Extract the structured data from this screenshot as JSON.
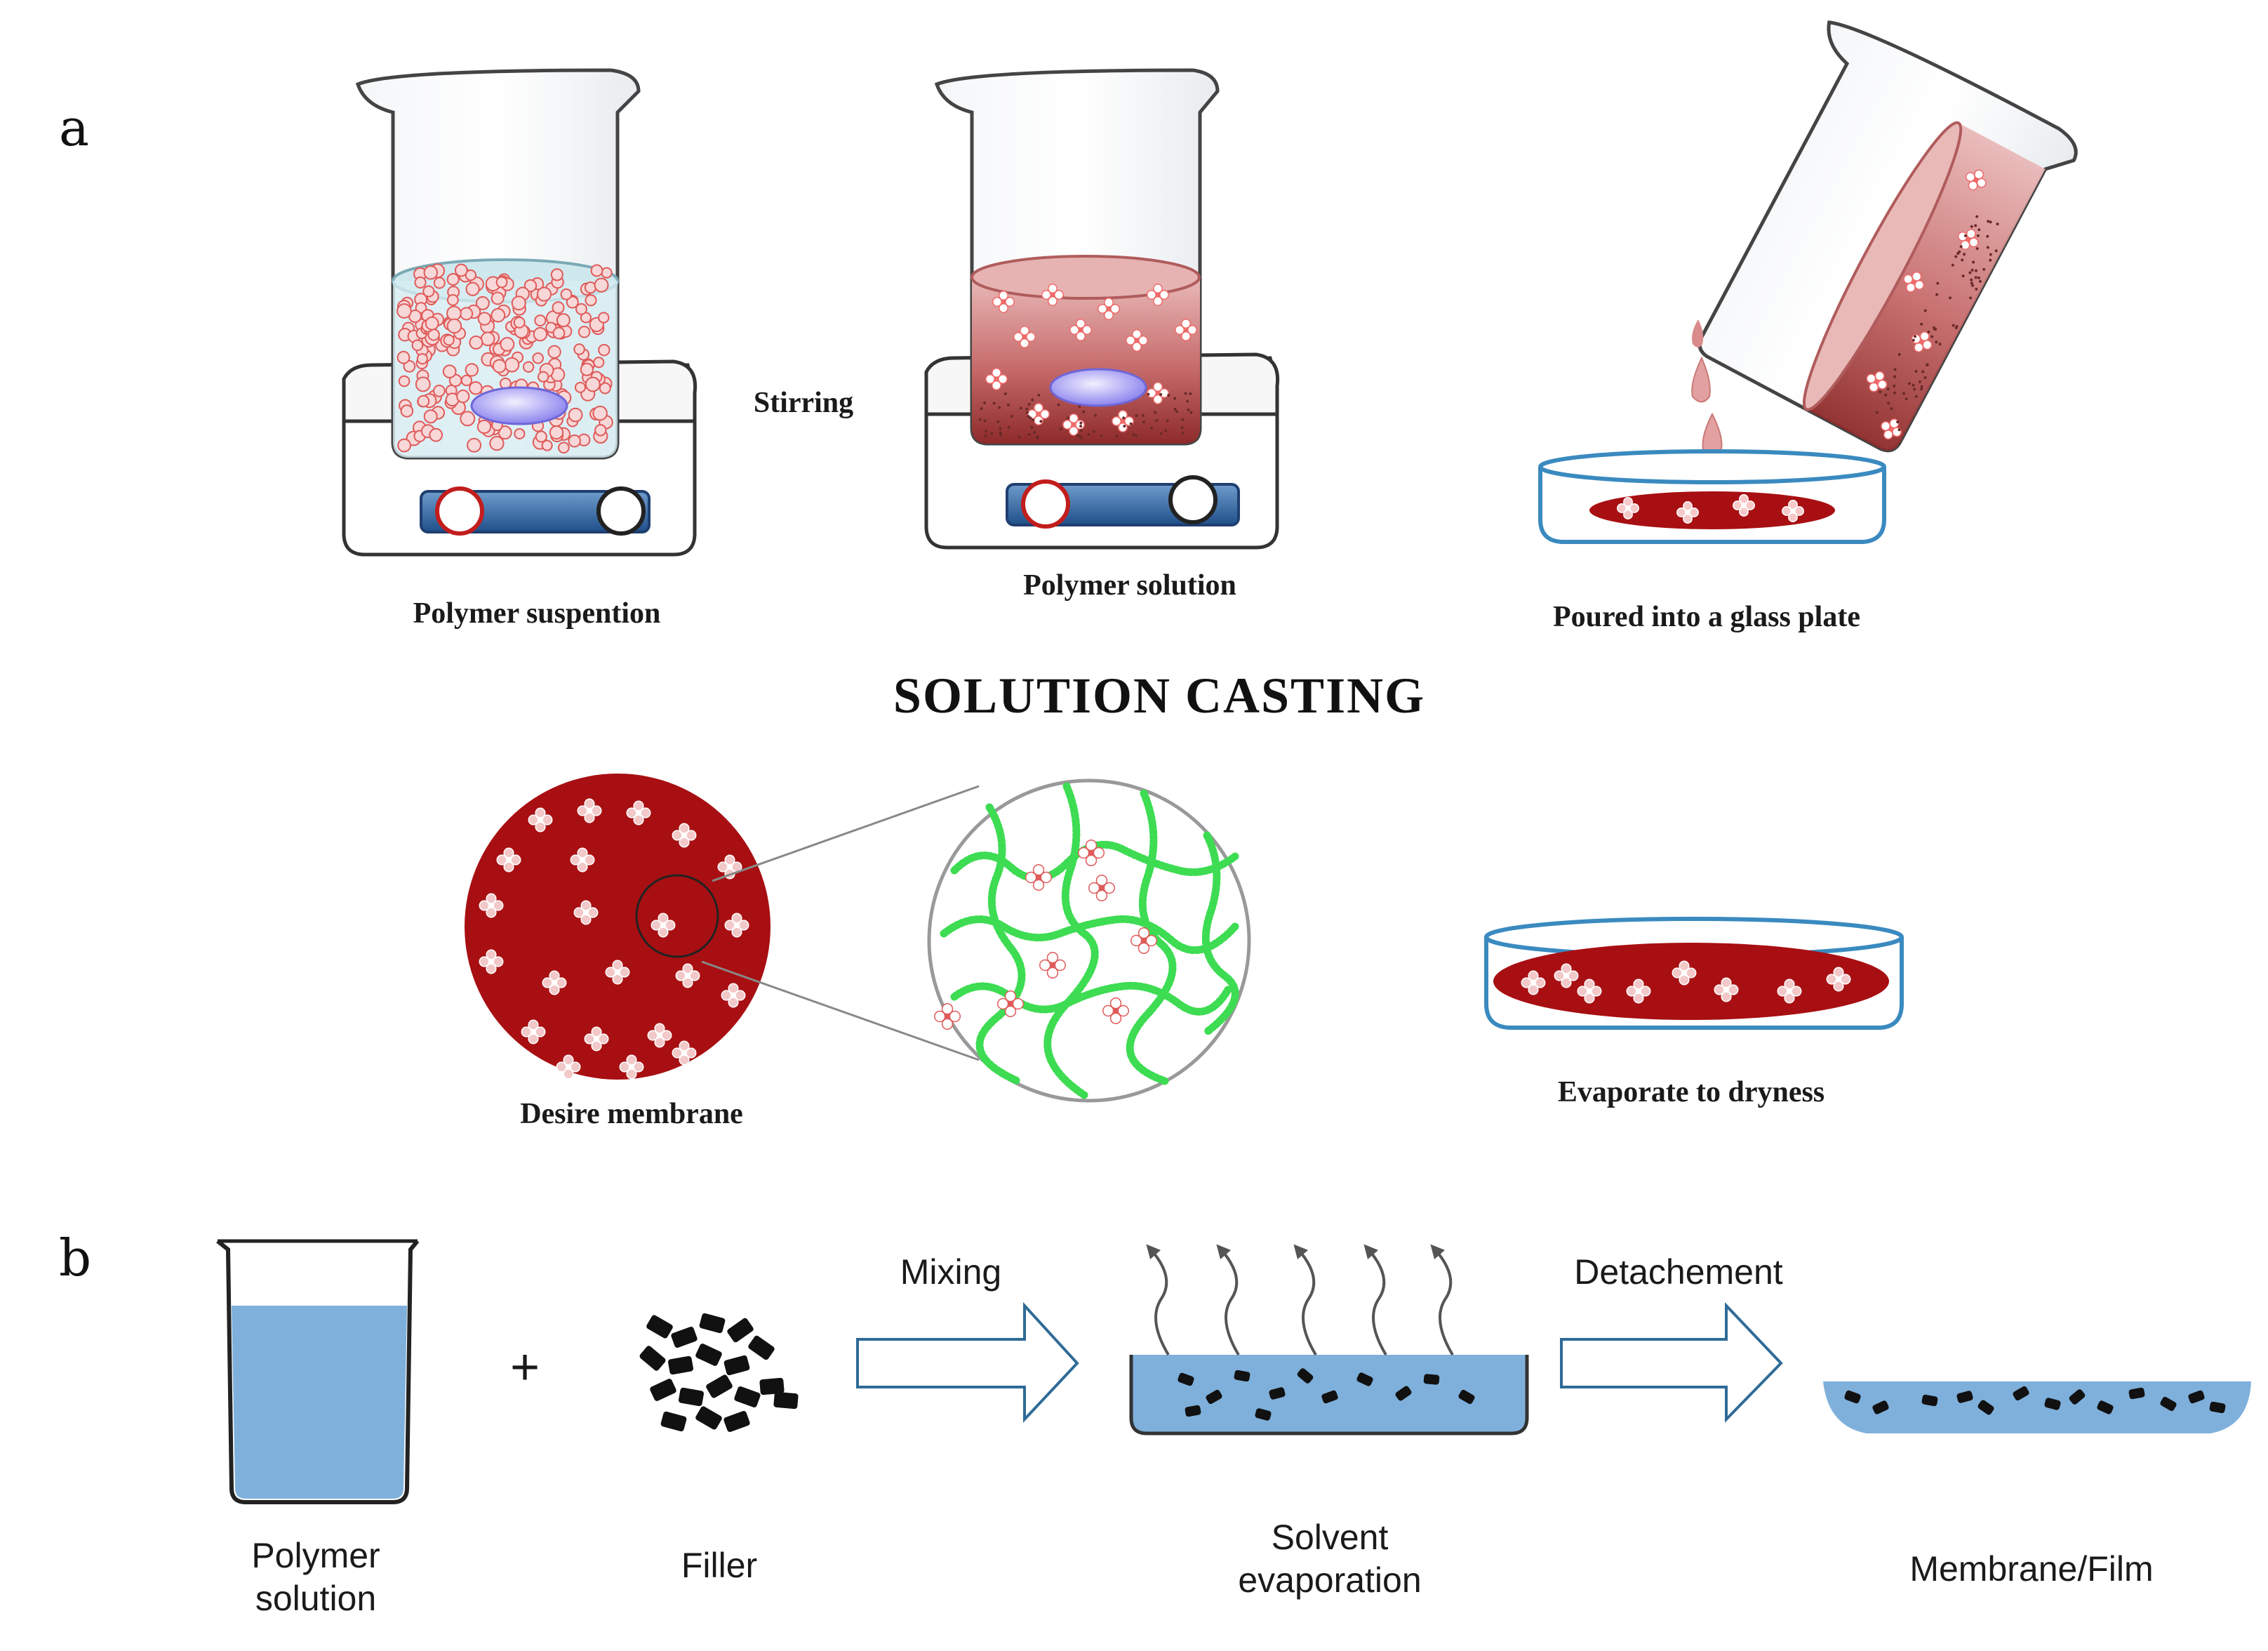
{
  "panels": {
    "a": {
      "letter": "a",
      "title": "SOLUTION CASTING",
      "labels": {
        "suspension": "Polymer suspention",
        "stirring": "Stirring",
        "solution": "Polymer solution",
        "poured": "Poured into a glass plate",
        "membrane": "Desire membrane",
        "evaporate": "Evaporate to dryness"
      }
    },
    "b": {
      "letter": "b",
      "plus": "+",
      "labels": {
        "polymer_line1": "Polymer",
        "polymer_line2": "solution",
        "filler": "Filler",
        "mixing": "Mixing",
        "solvent_line1": "Solvent",
        "solvent_line2": "evaporation",
        "detachement": "Detachement",
        "membrane_film": "Membrane/Film"
      }
    }
  },
  "colors": {
    "polymer_red": "#a80f12",
    "particle_pink": "#f06a6a",
    "solution_blue": "#7fb0db",
    "hotplate_blue": "#2f5f9a",
    "chain_green": "#3ddc52",
    "outline": "#333333"
  }
}
